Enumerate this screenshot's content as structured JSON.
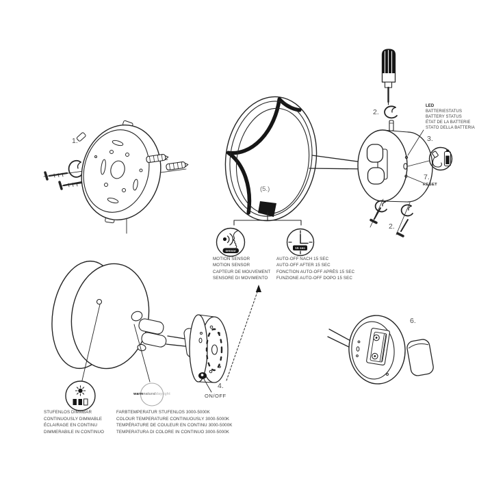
{
  "drawing": {
    "ink": "#242424",
    "background": "#ffffff",
    "badge_bg": "#161616",
    "muted_gray": "#a8a8a8"
  },
  "labels": {
    "step1": "1.",
    "step2": "2.",
    "step3": "3.",
    "step4": "4.",
    "step4_action": "ON/OFF",
    "step5": "(5.)",
    "step6": "6.",
    "step7": "7.",
    "step7_action": "RESET"
  },
  "battery_status": {
    "title": "LED",
    "lines": [
      "BATTERIESTATUS",
      "BATTERY STATUS",
      "ÉTAT DE LA BATTERIE",
      "STATO DELLA BATTERIA"
    ]
  },
  "motion_sensor": {
    "badge": "sensor",
    "lines": [
      "MOTION SENSOR",
      "MOTION SENSOR",
      "CAPTEUR DE MOUVEMENT",
      "SENSORE DI MOVIMENTO"
    ]
  },
  "auto_off": {
    "badge": "15 sec",
    "lines": [
      "AUTO-OFF NACH 15 SEC",
      "AUTO-OFF AFTER 15 SEC",
      "FONCTION AUTO-OFF APRÈS 15 SEC",
      "FUNZIONE AUTO-OFF DOPO 15 SEC"
    ]
  },
  "dimming": {
    "lines": [
      "STUFENLOS DIMMBAR",
      "CONTINUOUSLY DIMMABLE",
      "ÉCLAIRAGE EN CONTINU",
      "DIMMERABILE IN CONTINUO"
    ]
  },
  "color_temperature": {
    "badge": {
      "warm": "warm",
      "natural": "natural",
      "daylight": "daylight"
    },
    "lines": [
      "FARBTEMPERATUR STUFENLOS 3000-5000K",
      "COLOUR TEMPERATURE CONTINUOUSLY 3000-5000K",
      "TEMPÉRATURE DE COULEUR EN CONTINU 3000-5000K",
      "TEMPERATURA DI COLORE IN CONTINUO 3000-5000K"
    ]
  }
}
